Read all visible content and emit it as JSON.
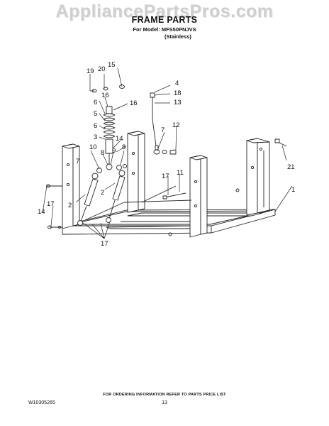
{
  "header": {
    "watermark": "AppliancePartsPros.com",
    "title": "FRAME PARTS",
    "model_line": "For Model: MFS50PNJVS",
    "variant": "(Stainless)"
  },
  "callouts": [
    "19",
    "20",
    "15",
    "4",
    "18",
    "13",
    "16",
    "16",
    "6",
    "5",
    "6",
    "3",
    "14",
    "7",
    "12",
    "10",
    "8",
    "9",
    "8",
    "7",
    "21",
    "17",
    "11",
    "2",
    "2",
    "1",
    "14",
    "17",
    "17"
  ],
  "footer": {
    "ordering_note": "FOR ORDERING INFORMATION REFER TO PARTS PRICE LIST",
    "document_number": "W10305265",
    "page_number": "13"
  }
}
